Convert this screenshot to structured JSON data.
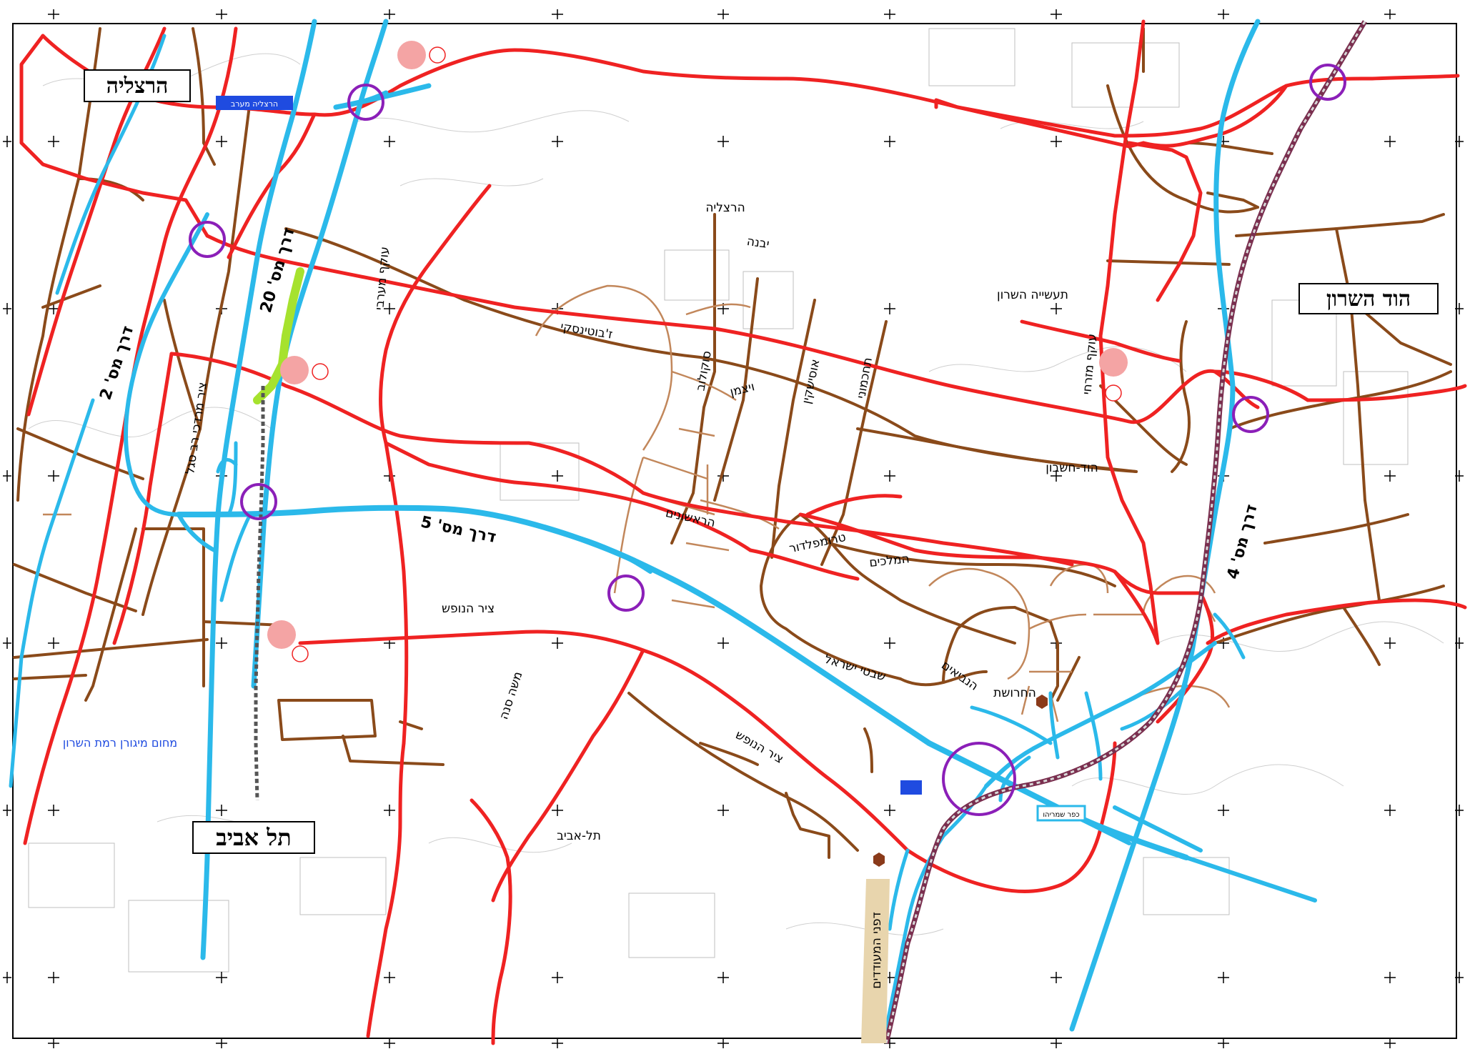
{
  "map": {
    "cities": {
      "herzliya": "הרצליה",
      "hod_hasharon": "הוד השרון",
      "tel_aviv": "תל אביב"
    },
    "highways": {
      "route2": "דרך מס' 2",
      "route20": "דרך מס' 20",
      "route5": "דרך מס' 5",
      "route4": "דרך מס' 4"
    },
    "streets": {
      "zhabotinsky": "ז'בוטינסקי",
      "sokolov": "סוקולוב",
      "weizmann": "ויצמן",
      "ussishkin": "אוסישקין",
      "tahkemoni": "תחכמוני",
      "harishonim": "הראשונים",
      "trumpeldor": "טרומפלדור",
      "hamelachim": "המלכים",
      "shivtei_israel": "שבטי ישראל",
      "haneviim": "הנביאים",
      "haharoshet": "החרושת",
      "yavne": "יבנה",
      "okef_maarav": "עוקף מערבי",
      "okef_mizrahi": "עוקף מזרחי",
      "moshe_sne": "משה סנה",
      "tzir_hanofesh_north": "ציר הנופש",
      "tzir_hanofesh_south": "ציר הנופש",
      "mordechai_rav_segal": "ציר מרדכי רב סגל",
      "hod_heshbon": "הוד-חשבון",
      "herzliya_hood": "הרצליה",
      "ramat_hasharon_tel_aviv": "תל-אביב",
      "ind_zone": "תעשייה השרון",
      "dfni_hamenadim": "דפני המעודדים",
      "airfield_label": "מחום מיגורן רמת השרון"
    },
    "boxes": {
      "herzliya_station": "הרצליה מערב",
      "kfar_shmaryahu": "כפר שמריהו"
    },
    "legend_colors": {
      "main_road": "#ef2222",
      "highway": "#2bb9ea",
      "local_road": "#8a4a1a",
      "municipal_boundary": "#1f4be0",
      "interchange_ring": "#8b1fb8",
      "train_stop": "#f4a4a4",
      "railway": "#7a2f4f"
    }
  }
}
